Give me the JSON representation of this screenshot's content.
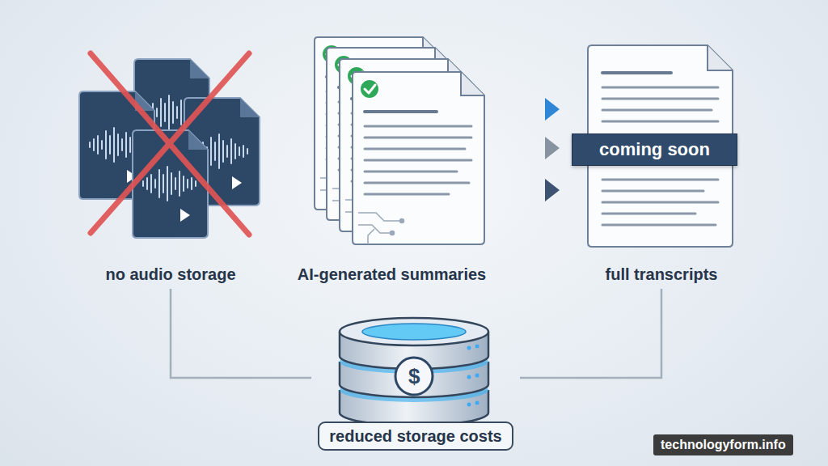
{
  "diagram": {
    "nodes": [
      {
        "text": [
          "no audio storage"
        ]
      },
      {
        "text": [
          "AI-generated summaries"
        ]
      },
      {
        "text": [
          "full transcripts"
        ]
      },
      {
        "text": [
          "coming soon"
        ],
        "in": 2
      },
      {
        "text": [
          "reduced storage costs"
        ]
      }
    ],
    "edges": [
      {
        "from": 1,
        "to": 2,
        "arrow": "to"
      },
      {
        "from": 1,
        "to": 2,
        "arrow": "to"
      },
      {
        "from": 1,
        "to": 2,
        "arrow": "to"
      },
      {
        "from": 0,
        "to": 4,
        "arrow": "none"
      },
      {
        "from": 2,
        "to": 4,
        "arrow": "none"
      }
    ],
    "labels": [
      "$",
      "technologyform.info"
    ]
  }
}
